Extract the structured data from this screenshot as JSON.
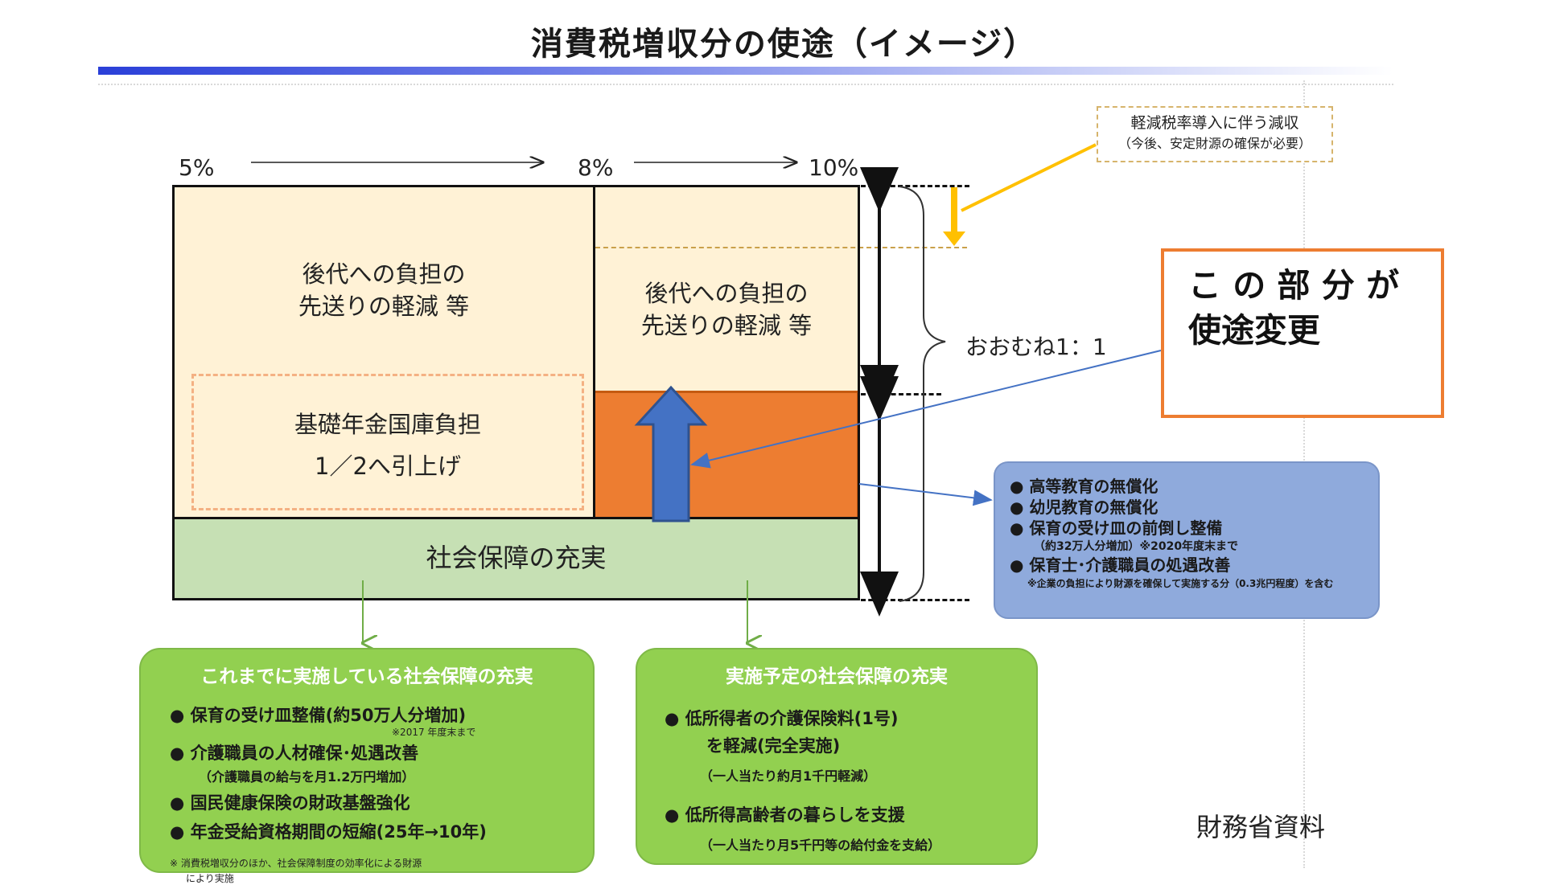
{
  "title": "消費税増収分の使途（イメージ）",
  "rates": {
    "r5": "5%",
    "r8": "8%",
    "r10": "10%"
  },
  "top_left": {
    "line1": "後代への負担の",
    "line2": "先送りの軽減 等"
  },
  "top_right": {
    "line1": "後代への負担の",
    "line2": "先送りの軽減 等"
  },
  "pension": {
    "line1": "基礎年金国庫負担",
    "line2": "1／2へ引上げ"
  },
  "social_security": "社会保障の充実",
  "ratio_label": "おおむね1：1",
  "reduced_rate_note": {
    "line1": "軽減税率導入に伴う減収",
    "line2": "（今後、安定財源の確保が必要）"
  },
  "callout": {
    "line1": "こ の 部 分 が",
    "line2": "使途変更"
  },
  "usage_change_items": [
    "●  高等教育の無償化",
    "●  幼児教育の無償化",
    "●  保育の受け皿の前倒し整備",
    "●  保育士･介護職員の処遇改善"
  ],
  "usage_change_sub1": "（約32万人分増加）※2020年度末まで",
  "usage_change_note": "※企業の負担により財源を確保して実施する分（0.3兆円程度）を含む",
  "implemented": {
    "title": "これまでに実施している社会保障の充実",
    "item1": "●   保育の受け皿整備(約50万人分増加)",
    "item1_note": "※2017 年度末まで",
    "item2": "●   介護職員の人材確保･処遇改善",
    "item2_sub": "（介護職員の給与を月1.2万円増加）",
    "item3": "●   国民健康保険の財政基盤強化",
    "item4": "●   年金受給資格期間の短縮(25年→10年)",
    "footnote1": "※  消費税増収分のほか、社会保障制度の効率化による財源",
    "footnote2": "により実施"
  },
  "planned": {
    "title": "実施予定の社会保障の充実",
    "item1": "●   低所得者の介護保険料(1号)",
    "item1_cont": "を軽減(完全実施)",
    "item1_sub": "（一人当たり約月1千円軽減）",
    "item2": "●   低所得高齢者の暮らしを支援",
    "item2_sub": "（一人当たり月5千円等の給付金を支給）"
  },
  "source": "財務省資料",
  "colors": {
    "cream": "#fff2d6",
    "orange": "#ed7d31",
    "green_light": "#c6e0b4",
    "green": "#92d050",
    "blue_box": "#8faadc",
    "up_arrow": "#4472c4",
    "yellow_arrow": "#ffc000"
  }
}
